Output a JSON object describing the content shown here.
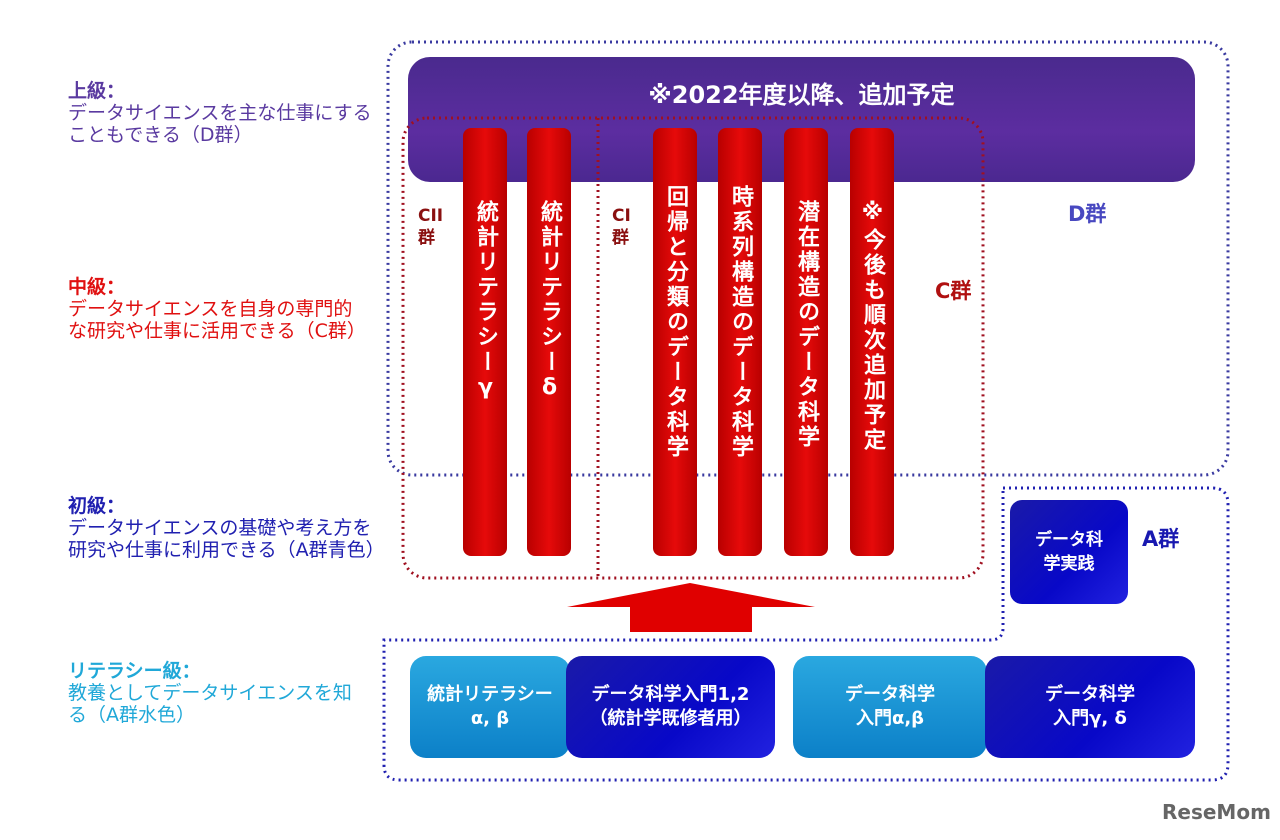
{
  "levels": [
    {
      "title": "上級：",
      "desc": "データサイエンスを主な仕事にすることもできる（D群）",
      "color": "#5a3aa0"
    },
    {
      "title": "中級：",
      "desc": "データサイエンスを自身の専門的な研究や仕事に活用できる（C群）",
      "color": "#e01010"
    },
    {
      "title": "初級：",
      "desc": "データサイエンスの基礎や考え方を研究や仕事に利用できる（A群青色）",
      "color": "#2020b0"
    },
    {
      "title": "リテラシー級：",
      "desc": "教養としてデータサイエンスを知る（A群水色）",
      "color": "#20a8d8"
    }
  ],
  "banner": "※2022年度以降、追加予定",
  "groups": {
    "d": "D群",
    "c": "C群",
    "c2": "CII群",
    "c1": "CI群",
    "a": "A群"
  },
  "c_courses": [
    "統計リテラシーγ",
    "統計リテラシーδ",
    "回帰と分類のデータ科学",
    "時系列構造のデータ科学",
    "潜在構造のデータ科学",
    "※今後も順次追加予定"
  ],
  "a_practice": "データ科学実践",
  "bottom_courses": [
    {
      "line1": "統計リテラシー",
      "line2": "α, β"
    },
    {
      "line1": "データ科学入門1,2",
      "line2": "（統計学既修者用）"
    },
    {
      "line1": "データ科学",
      "line2": "入門α,β"
    },
    {
      "line1": "データ科学",
      "line2": "入門γ, δ"
    }
  ],
  "watermark": "ReseMom",
  "colors": {
    "purple": "#4a2a8e",
    "red": "#d40000",
    "darkblue": "#1010b0",
    "lightblue": "#1a98d8"
  }
}
